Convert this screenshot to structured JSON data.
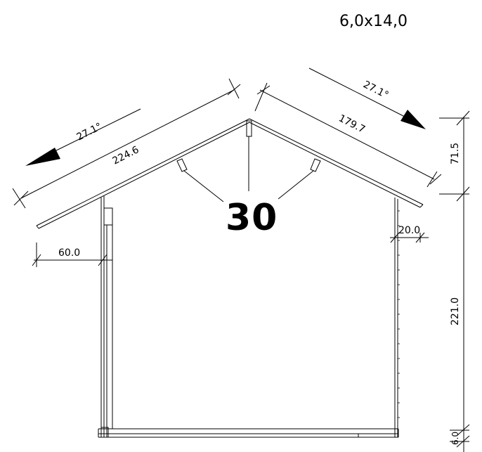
{
  "header": {
    "size_label": "6,0x14,0"
  },
  "model_number": "30",
  "dimensions": {
    "left_pitch_angle": "27.1°",
    "left_rafter_length": "224.6",
    "right_pitch_angle": "27.1°",
    "right_rafter_length": "179.7",
    "ridge_height": "71.5",
    "wall_height": "221.0",
    "floor_thickness": "6.0",
    "left_overhang": "60.0",
    "right_overhang": "20.0"
  }
}
